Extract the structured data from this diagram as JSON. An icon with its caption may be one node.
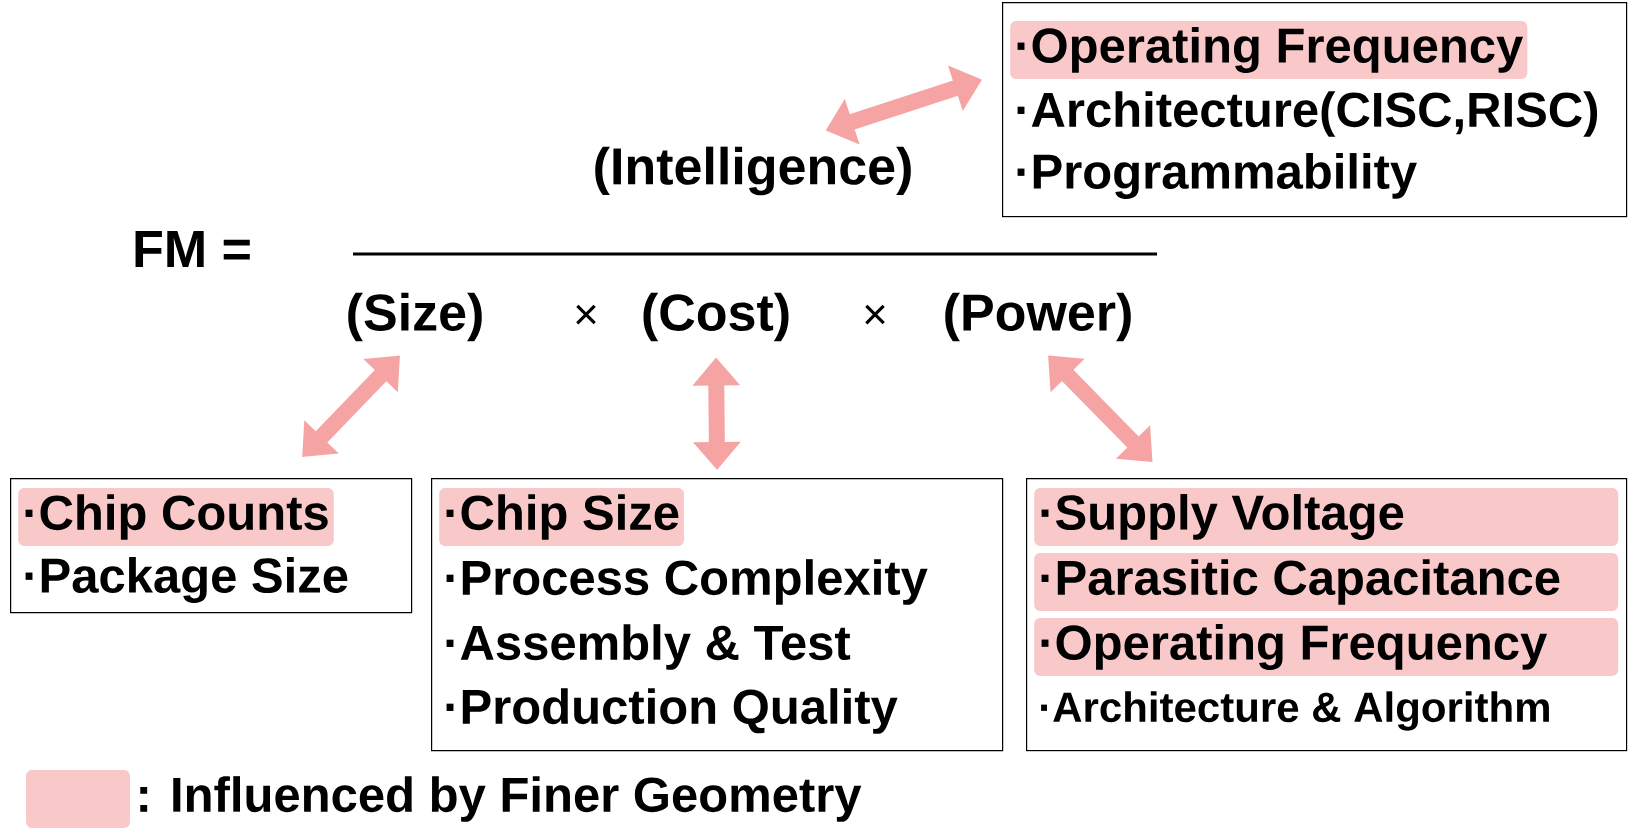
{
  "diagram": {
    "nodes": [
      {
        "text": [
          "(Intelligence)"
        ]
      },
      {
        "text": [
          "(Size)"
        ]
      },
      {
        "text": [
          "(Cost)"
        ]
      },
      {
        "text": [
          "(Power)"
        ]
      },
      {
        "text": [
          "·Architecture(CISC,RISC)",
          "·Programmability"
        ]
      },
      {
        "text": [
          "·Operating Frequency"
        ],
        "in": 4
      },
      {
        "text": [
          "·Package Size"
        ]
      },
      {
        "text": [
          "·Chip Counts"
        ],
        "in": 6
      },
      {
        "text": [
          "·Process Complexity",
          "·Assembly & Test",
          "·Production Quality"
        ]
      },
      {
        "text": [
          "·Chip Size"
        ],
        "in": 8
      },
      {
        "text": [
          "·Architecture & Algorithm"
        ]
      },
      {
        "text": [
          "·Supply Voltage"
        ],
        "in": 10
      },
      {
        "text": [
          "·Parasitic Capacitance"
        ],
        "in": 10
      },
      {
        "text": [
          "·Operating Frequency"
        ],
        "in": 10
      }
    ],
    "edges": [
      {
        "from": 0,
        "to": 4,
        "arrow": "both",
        "color": "#f5a3a3"
      },
      {
        "from": 1,
        "to": 6,
        "arrow": "both",
        "color": "#f5a3a3"
      },
      {
        "from": 2,
        "to": 8,
        "arrow": "both",
        "color": "#f5a3a3"
      },
      {
        "from": 3,
        "to": 10,
        "arrow": "both",
        "color": "#f5a3a3"
      }
    ],
    "labels": [
      "FM =",
      "×",
      "×"
    ],
    "legend": [
      {
        "text": ": Influenced by Finer Geometry",
        "color": "#f9c8c8"
      }
    ]
  }
}
